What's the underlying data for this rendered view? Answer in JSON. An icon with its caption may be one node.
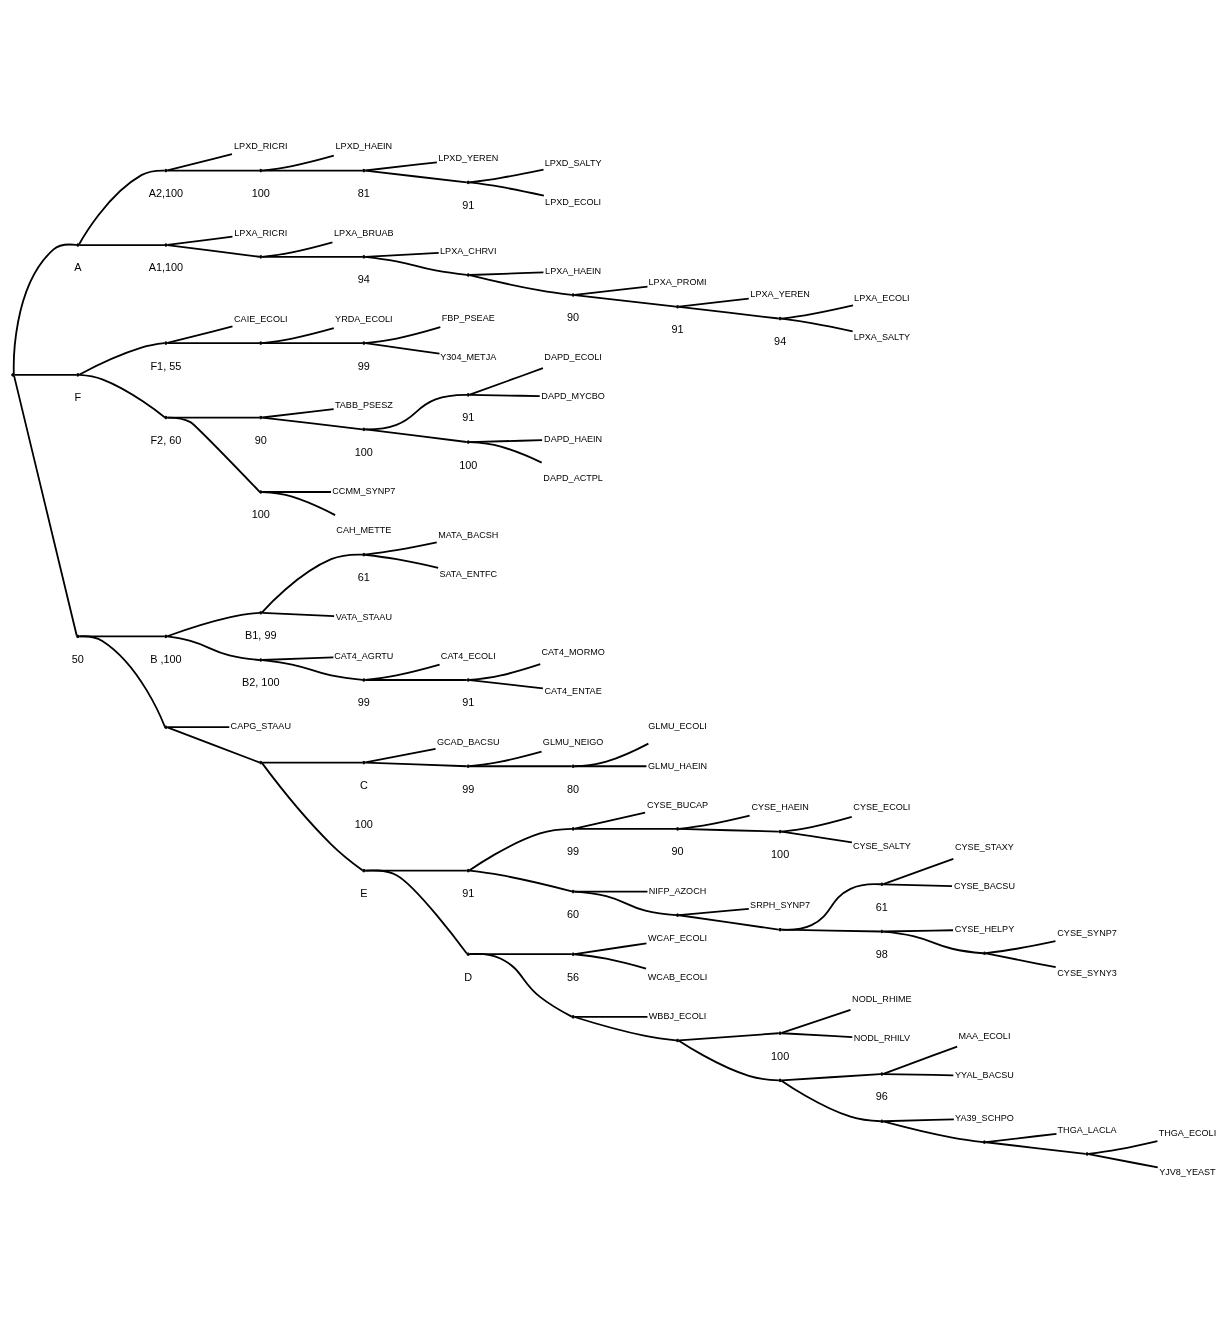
{
  "diagram": {
    "nodes": [
      {
        "text": [],
        "shape": "point"
      },
      {
        "text": [],
        "shape": "point",
        "beside": [
          "A"
        ]
      },
      {
        "text": [],
        "shape": "point",
        "beside": [
          "A2,100"
        ]
      },
      {
        "text": [
          "LPXD_RICRI"
        ]
      },
      {
        "text": [],
        "shape": "point",
        "beside": [
          "100"
        ]
      },
      {
        "text": [
          "LPXD_HAEIN"
        ]
      },
      {
        "text": [],
        "shape": "point",
        "beside": [
          "81"
        ]
      },
      {
        "text": [
          "LPXD_YEREN"
        ]
      },
      {
        "text": [],
        "shape": "point",
        "beside": [
          "91"
        ]
      },
      {
        "text": [
          "LPXD_SALTY"
        ]
      },
      {
        "text": [
          "LPXD_ECOLI"
        ]
      },
      {
        "text": [],
        "shape": "point",
        "beside": [
          "A1,100"
        ]
      },
      {
        "text": [
          "LPXA_RICRI"
        ]
      },
      {
        "text": [],
        "shape": "point"
      },
      {
        "text": [
          "LPXA_BRUAB"
        ]
      },
      {
        "text": [],
        "shape": "point",
        "beside": [
          "94"
        ]
      },
      {
        "text": [
          "LPXA_CHRVI"
        ]
      },
      {
        "text": [],
        "shape": "point"
      },
      {
        "text": [
          "LPXA_HAEIN"
        ]
      },
      {
        "text": [],
        "shape": "point",
        "beside": [
          "90"
        ]
      },
      {
        "text": [
          "LPXA_PROMI"
        ]
      },
      {
        "text": [],
        "shape": "point",
        "beside": [
          "91"
        ]
      },
      {
        "text": [
          "LPXA_YEREN"
        ]
      },
      {
        "text": [],
        "shape": "point",
        "beside": [
          "94"
        ]
      },
      {
        "text": [
          "LPXA_ECOLI"
        ]
      },
      {
        "text": [
          "LPXA_SALTY"
        ]
      },
      {
        "text": [],
        "shape": "point",
        "beside": [
          "F"
        ]
      },
      {
        "text": [],
        "shape": "point",
        "beside": [
          "F1, 55"
        ]
      },
      {
        "text": [
          "CAIE_ECOLI"
        ]
      },
      {
        "text": [],
        "shape": "point"
      },
      {
        "text": [
          "YRDA_ECOLI"
        ]
      },
      {
        "text": [],
        "shape": "point",
        "beside": [
          "99"
        ]
      },
      {
        "text": [
          "FBP_PSEAE"
        ]
      },
      {
        "text": [
          "Y304_METJA"
        ]
      },
      {
        "text": [],
        "shape": "point",
        "beside": [
          "F2, 60"
        ]
      },
      {
        "text": [],
        "shape": "point",
        "beside": [
          "90"
        ]
      },
      {
        "text": [
          "TABB_PSESZ"
        ]
      },
      {
        "text": [],
        "shape": "point",
        "beside": [
          "100"
        ]
      },
      {
        "text": [],
        "shape": "point",
        "beside": [
          "91"
        ]
      },
      {
        "text": [
          "DAPD_ECOLI"
        ]
      },
      {
        "text": [
          "DAPD_MYCBO"
        ]
      },
      {
        "text": [],
        "shape": "point",
        "beside": [
          "100"
        ]
      },
      {
        "text": [
          "DAPD_HAEIN"
        ]
      },
      {
        "text": [
          "DAPD_ACTPL"
        ]
      },
      {
        "text": [],
        "shape": "point",
        "beside": [
          "100"
        ]
      },
      {
        "text": [
          "CCMM_SYNP7"
        ]
      },
      {
        "text": [
          "CAH_METTE"
        ]
      },
      {
        "text": [],
        "shape": "point",
        "beside": [
          "50"
        ]
      },
      {
        "text": [],
        "shape": "point",
        "beside": [
          "B ,100"
        ]
      },
      {
        "text": [],
        "shape": "point",
        "beside": [
          "B1, 99"
        ]
      },
      {
        "text": [],
        "shape": "point",
        "beside": [
          "61"
        ]
      },
      {
        "text": [
          "MATA_BACSH"
        ]
      },
      {
        "text": [
          "SATA_ENTFC"
        ]
      },
      {
        "text": [
          "VATA_STAAU"
        ]
      },
      {
        "text": [],
        "shape": "point",
        "beside": [
          "B2, 100"
        ]
      },
      {
        "text": [
          "CAT4_AGRTU"
        ]
      },
      {
        "text": [],
        "shape": "point",
        "beside": [
          "99"
        ]
      },
      {
        "text": [
          "CAT4_ECOLI"
        ]
      },
      {
        "text": [],
        "shape": "point",
        "beside": [
          "91"
        ]
      },
      {
        "text": [
          "CAT4_MORMO"
        ]
      },
      {
        "text": [
          "CAT4_ENTAE"
        ]
      },
      {
        "text": [],
        "shape": "point"
      },
      {
        "text": [
          "CAPG_STAAU"
        ]
      },
      {
        "text": [],
        "shape": "point"
      },
      {
        "text": [],
        "shape": "point",
        "beside": [
          "100",
          "C"
        ]
      },
      {
        "text": [
          "GCAD_BACSU"
        ]
      },
      {
        "text": [],
        "shape": "point",
        "beside": [
          "99"
        ]
      },
      {
        "text": [
          "GLMU_NEIGO"
        ]
      },
      {
        "text": [],
        "shape": "point",
        "beside": [
          "80"
        ]
      },
      {
        "text": [
          "GLMU_ECOLI"
        ]
      },
      {
        "text": [
          "GLMU_HAEIN"
        ]
      },
      {
        "text": [],
        "shape": "point",
        "beside": [
          "E"
        ]
      },
      {
        "text": [],
        "shape": "point",
        "beside": [
          "91"
        ]
      },
      {
        "text": [],
        "shape": "point",
        "beside": [
          "99"
        ]
      },
      {
        "text": [
          "CYSE_BUCAP"
        ]
      },
      {
        "text": [],
        "shape": "point",
        "beside": [
          "90"
        ]
      },
      {
        "text": [
          "CYSE_HAEIN"
        ]
      },
      {
        "text": [],
        "shape": "point",
        "beside": [
          "100"
        ]
      },
      {
        "text": [
          "CYSE_ECOLI"
        ]
      },
      {
        "text": [
          "CYSE_SALTY"
        ]
      },
      {
        "text": [],
        "shape": "point",
        "beside": [
          "60"
        ]
      },
      {
        "text": [
          "NIFP_AZOCH"
        ]
      },
      {
        "text": [],
        "shape": "point"
      },
      {
        "text": [
          "SRPH_SYNP7"
        ]
      },
      {
        "text": [],
        "shape": "point"
      },
      {
        "text": [],
        "shape": "point",
        "beside": [
          "61"
        ]
      },
      {
        "text": [
          "CYSE_STAXY"
        ]
      },
      {
        "text": [
          "CYSE_BACSU"
        ]
      },
      {
        "text": [],
        "shape": "point",
        "beside": [
          "98"
        ]
      },
      {
        "text": [
          "CYSE_HELPY"
        ]
      },
      {
        "text": [],
        "shape": "point"
      },
      {
        "text": [
          "CYSE_SYNP7"
        ]
      },
      {
        "text": [
          "CYSE_SYNY3"
        ]
      },
      {
        "text": [],
        "shape": "point",
        "beside": [
          "D"
        ]
      },
      {
        "text": [],
        "shape": "point",
        "beside": [
          "56"
        ]
      },
      {
        "text": [
          "WCAF_ECOLI"
        ]
      },
      {
        "text": [
          "WCAB_ECOLI"
        ]
      },
      {
        "text": [],
        "shape": "point"
      },
      {
        "text": [
          "WBBJ_ECOLI"
        ]
      },
      {
        "text": [],
        "shape": "point"
      },
      {
        "text": [],
        "shape": "point",
        "beside": [
          "100"
        ]
      },
      {
        "text": [
          "NODL_RHIME"
        ]
      },
      {
        "text": [
          "NODL_RHILV"
        ]
      },
      {
        "text": [],
        "shape": "point"
      },
      {
        "text": [],
        "shape": "point",
        "beside": [
          "96"
        ]
      },
      {
        "text": [
          "MAA_ECOLI"
        ]
      },
      {
        "text": [
          "YYAL_BACSU"
        ]
      },
      {
        "text": [],
        "shape": "point"
      },
      {
        "text": [
          "YA39_SCHPO"
        ]
      },
      {
        "text": [],
        "shape": "point"
      },
      {
        "text": [
          "THGA_LACLA"
        ]
      },
      {
        "text": [],
        "shape": "point"
      },
      {
        "text": [
          "THGA_ECOLI"
        ]
      },
      {
        "text": [
          "YJV8_YEAST"
        ]
      }
    ],
    "edges": [
      {
        "from": 0,
        "to": 1,
        "arrow": "none"
      },
      {
        "from": 1,
        "to": 2,
        "arrow": "none"
      },
      {
        "from": 2,
        "to": 3,
        "arrow": "none"
      },
      {
        "from": 2,
        "to": 4,
        "arrow": "none"
      },
      {
        "from": 4,
        "to": 5,
        "arrow": "none"
      },
      {
        "from": 4,
        "to": 6,
        "arrow": "none"
      },
      {
        "from": 6,
        "to": 7,
        "arrow": "none"
      },
      {
        "from": 6,
        "to": 8,
        "arrow": "none"
      },
      {
        "from": 8,
        "to": 9,
        "arrow": "none"
      },
      {
        "from": 8,
        "to": 10,
        "arrow": "none"
      },
      {
        "from": 1,
        "to": 11,
        "arrow": "none"
      },
      {
        "from": 11,
        "to": 12,
        "arrow": "none"
      },
      {
        "from": 11,
        "to": 13,
        "arrow": "none"
      },
      {
        "from": 13,
        "to": 14,
        "arrow": "none"
      },
      {
        "from": 13,
        "to": 15,
        "arrow": "none"
      },
      {
        "from": 15,
        "to": 16,
        "arrow": "none"
      },
      {
        "from": 15,
        "to": 17,
        "arrow": "none"
      },
      {
        "from": 17,
        "to": 18,
        "arrow": "none"
      },
      {
        "from": 17,
        "to": 19,
        "arrow": "none"
      },
      {
        "from": 19,
        "to": 20,
        "arrow": "none"
      },
      {
        "from": 19,
        "to": 21,
        "arrow": "none"
      },
      {
        "from": 21,
        "to": 22,
        "arrow": "none"
      },
      {
        "from": 21,
        "to": 23,
        "arrow": "none"
      },
      {
        "from": 23,
        "to": 24,
        "arrow": "none"
      },
      {
        "from": 23,
        "to": 25,
        "arrow": "none"
      },
      {
        "from": 0,
        "to": 26,
        "arrow": "none"
      },
      {
        "from": 26,
        "to": 27,
        "arrow": "none"
      },
      {
        "from": 27,
        "to": 28,
        "arrow": "none"
      },
      {
        "from": 27,
        "to": 29,
        "arrow": "none"
      },
      {
        "from": 29,
        "to": 30,
        "arrow": "none"
      },
      {
        "from": 29,
        "to": 31,
        "arrow": "none"
      },
      {
        "from": 31,
        "to": 32,
        "arrow": "none"
      },
      {
        "from": 31,
        "to": 33,
        "arrow": "none"
      },
      {
        "from": 26,
        "to": 34,
        "arrow": "none"
      },
      {
        "from": 34,
        "to": 35,
        "arrow": "none"
      },
      {
        "from": 35,
        "to": 36,
        "arrow": "none"
      },
      {
        "from": 35,
        "to": 37,
        "arrow": "none"
      },
      {
        "from": 37,
        "to": 38,
        "arrow": "none"
      },
      {
        "from": 38,
        "to": 39,
        "arrow": "none"
      },
      {
        "from": 38,
        "to": 40,
        "arrow": "none"
      },
      {
        "from": 37,
        "to": 41,
        "arrow": "none"
      },
      {
        "from": 41,
        "to": 42,
        "arrow": "none"
      },
      {
        "from": 41,
        "to": 43,
        "arrow": "none"
      },
      {
        "from": 34,
        "to": 44,
        "arrow": "none"
      },
      {
        "from": 44,
        "to": 45,
        "arrow": "none"
      },
      {
        "from": 44,
        "to": 46,
        "arrow": "none"
      },
      {
        "from": 0,
        "to": 47,
        "arrow": "none"
      },
      {
        "from": 47,
        "to": 48,
        "arrow": "none"
      },
      {
        "from": 48,
        "to": 49,
        "arrow": "none"
      },
      {
        "from": 49,
        "to": 50,
        "arrow": "none"
      },
      {
        "from": 50,
        "to": 51,
        "arrow": "none"
      },
      {
        "from": 50,
        "to": 52,
        "arrow": "none"
      },
      {
        "from": 49,
        "to": 53,
        "arrow": "none"
      },
      {
        "from": 48,
        "to": 54,
        "arrow": "none"
      },
      {
        "from": 54,
        "to": 55,
        "arrow": "none"
      },
      {
        "from": 54,
        "to": 56,
        "arrow": "none"
      },
      {
        "from": 56,
        "to": 57,
        "arrow": "none"
      },
      {
        "from": 56,
        "to": 58,
        "arrow": "none"
      },
      {
        "from": 58,
        "to": 59,
        "arrow": "none"
      },
      {
        "from": 58,
        "to": 60,
        "arrow": "none"
      },
      {
        "from": 47,
        "to": 61,
        "arrow": "none"
      },
      {
        "from": 61,
        "to": 62,
        "arrow": "none"
      },
      {
        "from": 61,
        "to": 63,
        "arrow": "none"
      },
      {
        "from": 63,
        "to": 64,
        "arrow": "none"
      },
      {
        "from": 64,
        "to": 65,
        "arrow": "none"
      },
      {
        "from": 64,
        "to": 66,
        "arrow": "none"
      },
      {
        "from": 66,
        "to": 67,
        "arrow": "none"
      },
      {
        "from": 66,
        "to": 68,
        "arrow": "none"
      },
      {
        "from": 68,
        "to": 69,
        "arrow": "none"
      },
      {
        "from": 68,
        "to": 70,
        "arrow": "none"
      },
      {
        "from": 63,
        "to": 71,
        "arrow": "none"
      },
      {
        "from": 71,
        "to": 72,
        "arrow": "none"
      },
      {
        "from": 72,
        "to": 73,
        "arrow": "none"
      },
      {
        "from": 73,
        "to": 74,
        "arrow": "none"
      },
      {
        "from": 73,
        "to": 75,
        "arrow": "none"
      },
      {
        "from": 75,
        "to": 76,
        "arrow": "none"
      },
      {
        "from": 75,
        "to": 77,
        "arrow": "none"
      },
      {
        "from": 77,
        "to": 78,
        "arrow": "none"
      },
      {
        "from": 77,
        "to": 79,
        "arrow": "none"
      },
      {
        "from": 72,
        "to": 80,
        "arrow": "none"
      },
      {
        "from": 80,
        "to": 81,
        "arrow": "none"
      },
      {
        "from": 80,
        "to": 82,
        "arrow": "none"
      },
      {
        "from": 82,
        "to": 83,
        "arrow": "none"
      },
      {
        "from": 82,
        "to": 84,
        "arrow": "none"
      },
      {
        "from": 84,
        "to": 85,
        "arrow": "none"
      },
      {
        "from": 85,
        "to": 86,
        "arrow": "none"
      },
      {
        "from": 85,
        "to": 87,
        "arrow": "none"
      },
      {
        "from": 84,
        "to": 88,
        "arrow": "none"
      },
      {
        "from": 88,
        "to": 89,
        "arrow": "none"
      },
      {
        "from": 88,
        "to": 90,
        "arrow": "none"
      },
      {
        "from": 90,
        "to": 91,
        "arrow": "none"
      },
      {
        "from": 90,
        "to": 92,
        "arrow": "none"
      },
      {
        "from": 71,
        "to": 93,
        "arrow": "none"
      },
      {
        "from": 93,
        "to": 94,
        "arrow": "none"
      },
      {
        "from": 94,
        "to": 95,
        "arrow": "none"
      },
      {
        "from": 94,
        "to": 96,
        "arrow": "none"
      },
      {
        "from": 93,
        "to": 97,
        "arrow": "none"
      },
      {
        "from": 97,
        "to": 98,
        "arrow": "none"
      },
      {
        "from": 97,
        "to": 99,
        "arrow": "none"
      },
      {
        "from": 99,
        "to": 100,
        "arrow": "none"
      },
      {
        "from": 100,
        "to": 101,
        "arrow": "none"
      },
      {
        "from": 100,
        "to": 102,
        "arrow": "none"
      },
      {
        "from": 99,
        "to": 103,
        "arrow": "none"
      },
      {
        "from": 103,
        "to": 104,
        "arrow": "none"
      },
      {
        "from": 104,
        "to": 105,
        "arrow": "none"
      },
      {
        "from": 104,
        "to": 106,
        "arrow": "none"
      },
      {
        "from": 103,
        "to": 107,
        "arrow": "none"
      },
      {
        "from": 107,
        "to": 108,
        "arrow": "none"
      },
      {
        "from": 107,
        "to": 109,
        "arrow": "none"
      },
      {
        "from": 109,
        "to": 110,
        "arrow": "none"
      },
      {
        "from": 109,
        "to": 111,
        "arrow": "none"
      },
      {
        "from": 111,
        "to": 112,
        "arrow": "none"
      },
      {
        "from": 111,
        "to": 113,
        "arrow": "none"
      }
    ]
  }
}
